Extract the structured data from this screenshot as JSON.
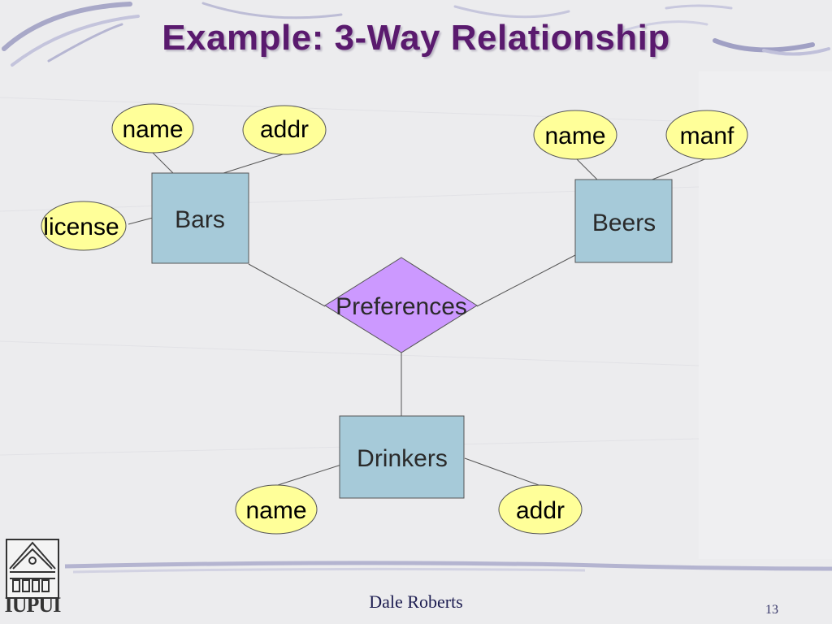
{
  "slide": {
    "title": "Example: 3-Way Relationship",
    "footer": "Dale Roberts",
    "page_number": "13",
    "logo_text": "IUPUI"
  },
  "diagram": {
    "entities": [
      {
        "id": "bars",
        "label": "Bars"
      },
      {
        "id": "beers",
        "label": "Beers"
      },
      {
        "id": "drinkers",
        "label": "Drinkers"
      }
    ],
    "relationship": {
      "id": "preferences",
      "label": "Preferences"
    },
    "attributes": [
      {
        "id": "bars-name",
        "label": "name",
        "of": "bars"
      },
      {
        "id": "bars-addr",
        "label": "addr",
        "of": "bars"
      },
      {
        "id": "bars-license",
        "label": "license",
        "of": "bars"
      },
      {
        "id": "beers-name",
        "label": "name",
        "of": "beers"
      },
      {
        "id": "beers-manf",
        "label": "manf",
        "of": "beers"
      },
      {
        "id": "drinkers-name",
        "label": "name",
        "of": "drinkers"
      },
      {
        "id": "drinkers-addr",
        "label": "addr",
        "of": "drinkers"
      }
    ]
  },
  "colors": {
    "entity_fill": "#a6cad9",
    "relationship_fill": "#cc99ff",
    "attribute_fill": "#ffff99",
    "title": "#5a1a6e",
    "line": "#555555"
  }
}
